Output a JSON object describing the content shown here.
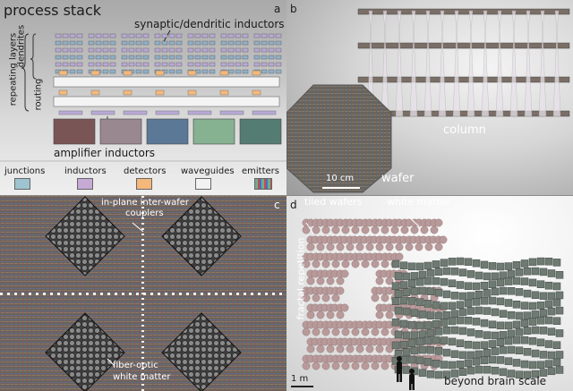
{
  "panel_a": {
    "letter": "a",
    "title": "process stack",
    "synaptic_label": "synaptic/dendritic inductors",
    "repeating_label": "repeating layers",
    "dendrites_label": "dendrites",
    "routing_label": "routing",
    "amplifier_label": "amplifier inductors",
    "legend": [
      {
        "label": "junctions",
        "color": "#9ec5cf"
      },
      {
        "label": "inductors",
        "color": "#c7a9d6"
      },
      {
        "label": "detectors",
        "color": "#f4b87a"
      },
      {
        "label": "waveguides",
        "color": "#f2f2f2"
      },
      {
        "label": "emitters",
        "color": "#6fae8c"
      }
    ],
    "amplifier_colors": [
      "#7a5555",
      "#9a8890",
      "#5b7896",
      "#87b292",
      "#557c72"
    ]
  },
  "panel_b": {
    "letter": "b",
    "column_label": "column",
    "wafer_label": "wafer",
    "scale_label": "10 cm"
  },
  "panel_c": {
    "letter": "c",
    "couplers_label_1": "in-plane inter-wafer",
    "couplers_label_2": "couplers",
    "fiber_label_1": "fiber-optic",
    "fiber_label_2": "white matter"
  },
  "panel_d": {
    "letter": "d",
    "tiled_label": "tiled wafers",
    "white_matter_label": "white matter",
    "fractal_label": "fractal repetition",
    "beyond_label": "beyond brain scale",
    "scale_label": "1 m"
  },
  "colors": {
    "chip_texture": "#7a6a5a",
    "tile_gray": "#5a5a5a",
    "tile_pink": "#8a6666",
    "block_green": "#6e7a72"
  }
}
